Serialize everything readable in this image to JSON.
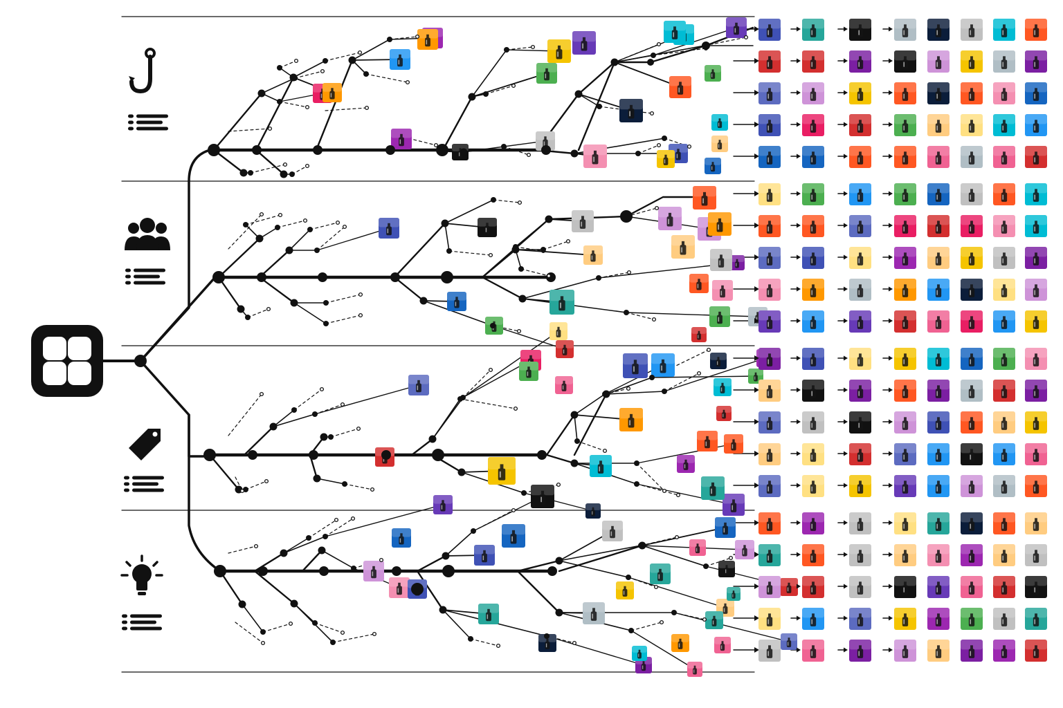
{
  "root": {
    "icon": "app-grid-icon"
  },
  "sections": [
    {
      "id": "hook",
      "icon": "hook-icon",
      "list_icon": "list-icon"
    },
    {
      "id": "audience",
      "icon": "users-icon",
      "list_icon": "list-icon"
    },
    {
      "id": "offer",
      "icon": "price-tag-icon",
      "list_icon": "list-icon"
    },
    {
      "id": "idea",
      "icon": "lightbulb-icon",
      "list_icon": "list-icon"
    }
  ],
  "grid": {
    "rows_per_section": 5,
    "columns": 8,
    "arrow_columns": 4
  },
  "colors": {
    "ink": "#111111",
    "swatches": [
      "#e91e63",
      "#ff9800",
      "#2196f3",
      "#9c27b0",
      "#4caf50",
      "#f5c400",
      "#0b1d3a",
      "#00bcd4",
      "#ff5722",
      "#673ab7",
      "#f48fb1",
      "#3f51b5",
      "#111111",
      "#c0c0c0",
      "#ce93d8",
      "#ffcc80",
      "#1565c0",
      "#d32f2f",
      "#26a69a",
      "#7b1fa2",
      "#b0bec5",
      "#f06292",
      "#5c6bc0",
      "#ffe082"
    ]
  }
}
